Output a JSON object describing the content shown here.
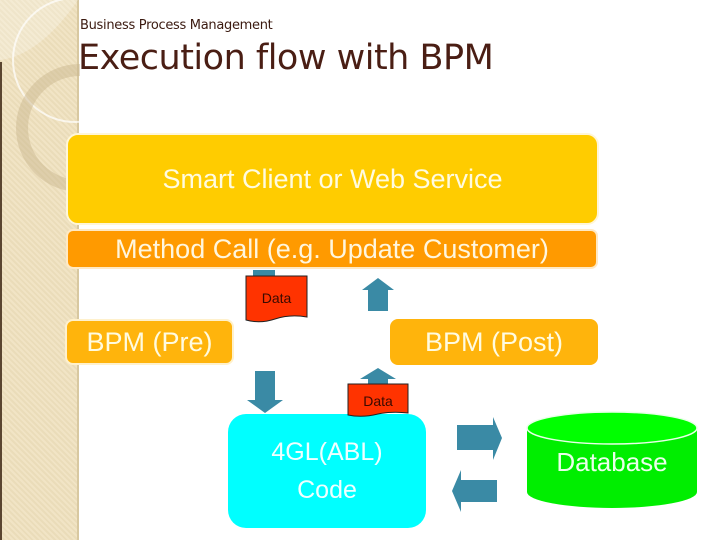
{
  "header": {
    "subtitle": "Business Process Management",
    "title": "Execution flow with BPM"
  },
  "diagram": {
    "nodes": {
      "client": {
        "label": "Smart Client or Web Service",
        "color": "#ffcc00"
      },
      "method_call": {
        "label": "Method Call (e.g. Update Customer)",
        "color": "#ff9a00"
      },
      "bpm_pre": {
        "label": "BPM (Pre)",
        "color": "#ffb40c"
      },
      "bpm_post": {
        "label": "BPM (Post)",
        "color": "#ffb40c"
      },
      "code": {
        "line1": "4GL(ABL)",
        "line2": "Code",
        "color": "#00ffff"
      },
      "database": {
        "label": "Database",
        "color": "#00ff00"
      }
    },
    "data_flags": [
      {
        "label": "Data",
        "color": "#ff3300"
      },
      {
        "label": "Data",
        "color": "#ff3300"
      }
    ],
    "arrow_color": "#3a8aa5",
    "edges": [
      {
        "from": "method_call",
        "to": "bpm_pre",
        "direction": "down",
        "carries": "Data"
      },
      {
        "from": "bpm_post",
        "to": "method_call",
        "direction": "up"
      },
      {
        "from": "bpm_pre",
        "to": "code",
        "direction": "down"
      },
      {
        "from": "code",
        "to": "bpm_post",
        "direction": "up",
        "carries": "Data"
      },
      {
        "from": "code",
        "to": "database",
        "direction": "right"
      },
      {
        "from": "database",
        "to": "code",
        "direction": "left"
      }
    ]
  }
}
